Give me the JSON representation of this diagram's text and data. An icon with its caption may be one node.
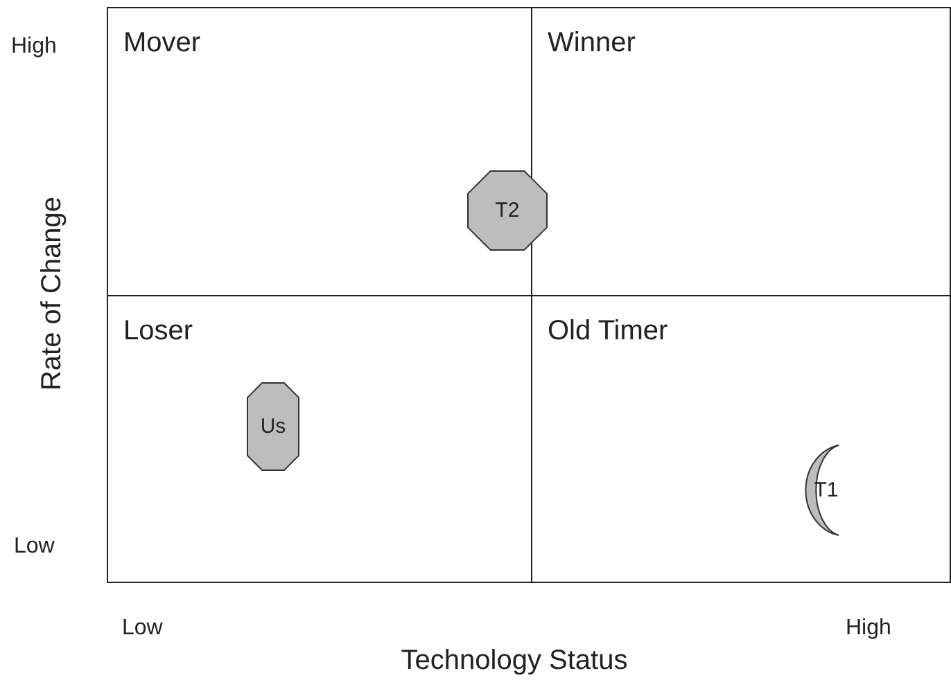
{
  "diagram": {
    "nodes": [
      {
        "text": [
          "Mover"
        ]
      },
      {
        "text": [
          "Winner"
        ]
      },
      {
        "text": [
          "Loser"
        ]
      },
      {
        "text": [
          "Old Timer"
        ]
      },
      {
        "text": [
          "T2"
        ]
      },
      {
        "text": [
          "Us"
        ],
        "in": 2
      },
      {
        "text": [
          "T1"
        ],
        "in": 3
      }
    ],
    "edges": [],
    "labels": [
      "High",
      "Rate of Change",
      "Low",
      "Low",
      "High",
      "Technology Status"
    ]
  }
}
